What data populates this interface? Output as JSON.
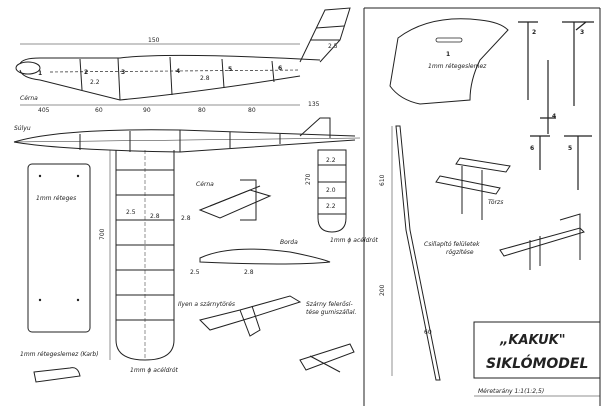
{
  "labels": {
    "cerna_top": "Cérna",
    "sulyu": "Súlyu",
    "plywood_1mm_left": "1mm réteges",
    "plywood_1mm_fin": "1mm rétegeslemez",
    "plywood_bottom": "1mm rétegeslemez (Karb)",
    "cerna_mid": "Cérna",
    "borda": "Borda",
    "wire_1mm_mid": "1mm ϕ acéldrót",
    "wire_1mm_bottom": "1mm ϕ acéldrót",
    "ilyen_szarnytores": "Ilyen a szárnytörés",
    "szarny_felerositese": "Szárny felerősí-",
    "szarny_felerositese2": "tése gumiszállal.",
    "torzs": "Törzs",
    "csillapito": "Csillapító felületek",
    "csillapito2": "rögzítése"
  },
  "wing_numbers": [
    "1",
    "2",
    "3",
    "4",
    "5",
    "6"
  ],
  "fin_number": "1",
  "part_numbers": [
    "2",
    "3",
    "4",
    "5",
    "6"
  ],
  "dimensions": {
    "d150": "150",
    "d405": "405",
    "d60": "60",
    "d90": "90",
    "d80a": "80",
    "d80b": "80",
    "d135": "135",
    "d700": "700",
    "d270": "270",
    "d610": "610",
    "d200": "200",
    "d60b": "60"
  },
  "thickness": {
    "t25a": "2.5",
    "t22a": "2.2",
    "t22b": "2.2",
    "t20": "2.0",
    "t22c": "2.2",
    "t28a": "2.8",
    "t28b": "2.8",
    "t25b": "2.5",
    "t25c": "2.5",
    "t28c": "2.8"
  },
  "title": {
    "line1": "„KAKUK\"",
    "line2": "SIKLÓMODEL",
    "scale": "Méretarány 1:1(1:2,5)"
  }
}
